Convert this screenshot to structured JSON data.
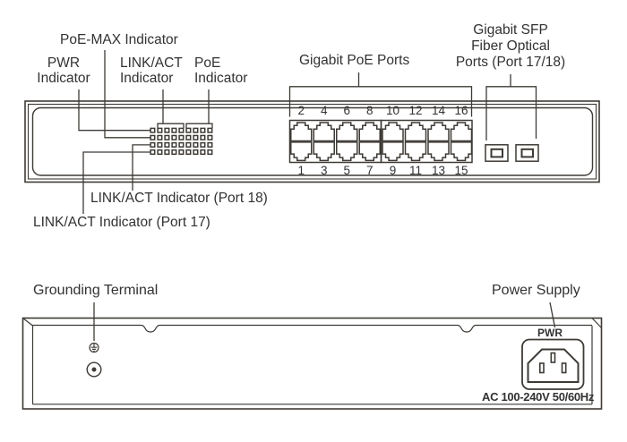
{
  "colors": {
    "line": "#3e3a36",
    "text": "#323232",
    "background": "#ffffff"
  },
  "front": {
    "labels": {
      "poe_max": "PoE-MAX Indicator",
      "pwr": [
        "PWR",
        "Indicator"
      ],
      "link_act": [
        "LINK/ACT",
        "Indicator"
      ],
      "poe": [
        "PoE",
        "Indicator"
      ],
      "gigabit_poe_ports": "Gigabit PoE Ports",
      "sfp": [
        "Gigabit SFP",
        "Fiber Optical",
        "Ports (Port 17/18)"
      ],
      "link_act_port18": "LINK/ACT Indicator (Port 18)",
      "link_act_port17": "LINK/ACT Indicator (Port 17)"
    },
    "port_numbers": {
      "top": [
        "2",
        "4",
        "6",
        "8",
        "10",
        "12",
        "14",
        "16"
      ],
      "bottom": [
        "1",
        "3",
        "5",
        "7",
        "9",
        "11",
        "13",
        "15"
      ]
    }
  },
  "rear": {
    "labels": {
      "grounding_terminal": "Grounding Terminal",
      "power_supply": "Power Supply",
      "pwr": "PWR",
      "ac_rating": "AC 100-240V 50/60Hz"
    }
  }
}
